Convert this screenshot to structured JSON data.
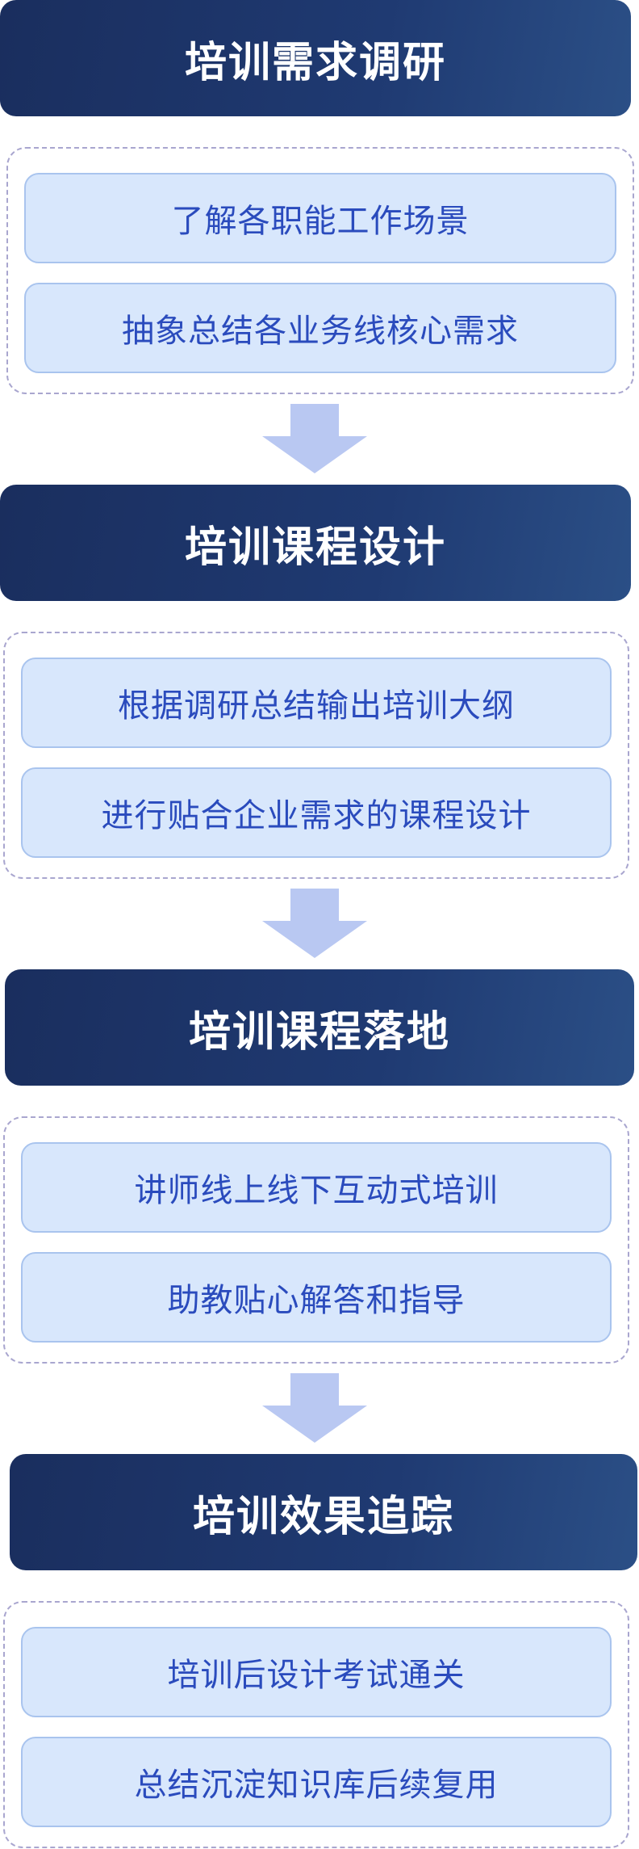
{
  "colors": {
    "header_bg": "#1f3a72",
    "item_bg": "#d8e7fc",
    "item_text": "#2a4bbd",
    "item_border": "#a9c4ee",
    "group_border": "#a9a6cf",
    "arrow": "#b9c8f2"
  },
  "stages": [
    {
      "title": "培训需求调研",
      "items": [
        "了解各职能工作场景",
        "抽象总结各业务线核心需求"
      ]
    },
    {
      "title": "培训课程设计",
      "items": [
        "根据调研总结输出培训大纲",
        "进行贴合企业需求的课程设计"
      ]
    },
    {
      "title": "培训课程落地",
      "items": [
        "讲师线上线下互动式培训",
        "助教贴心解答和指导"
      ]
    },
    {
      "title": "培训效果追踪",
      "items": [
        "培训后设计考试通关",
        "总结沉淀知识库后续复用"
      ]
    }
  ]
}
